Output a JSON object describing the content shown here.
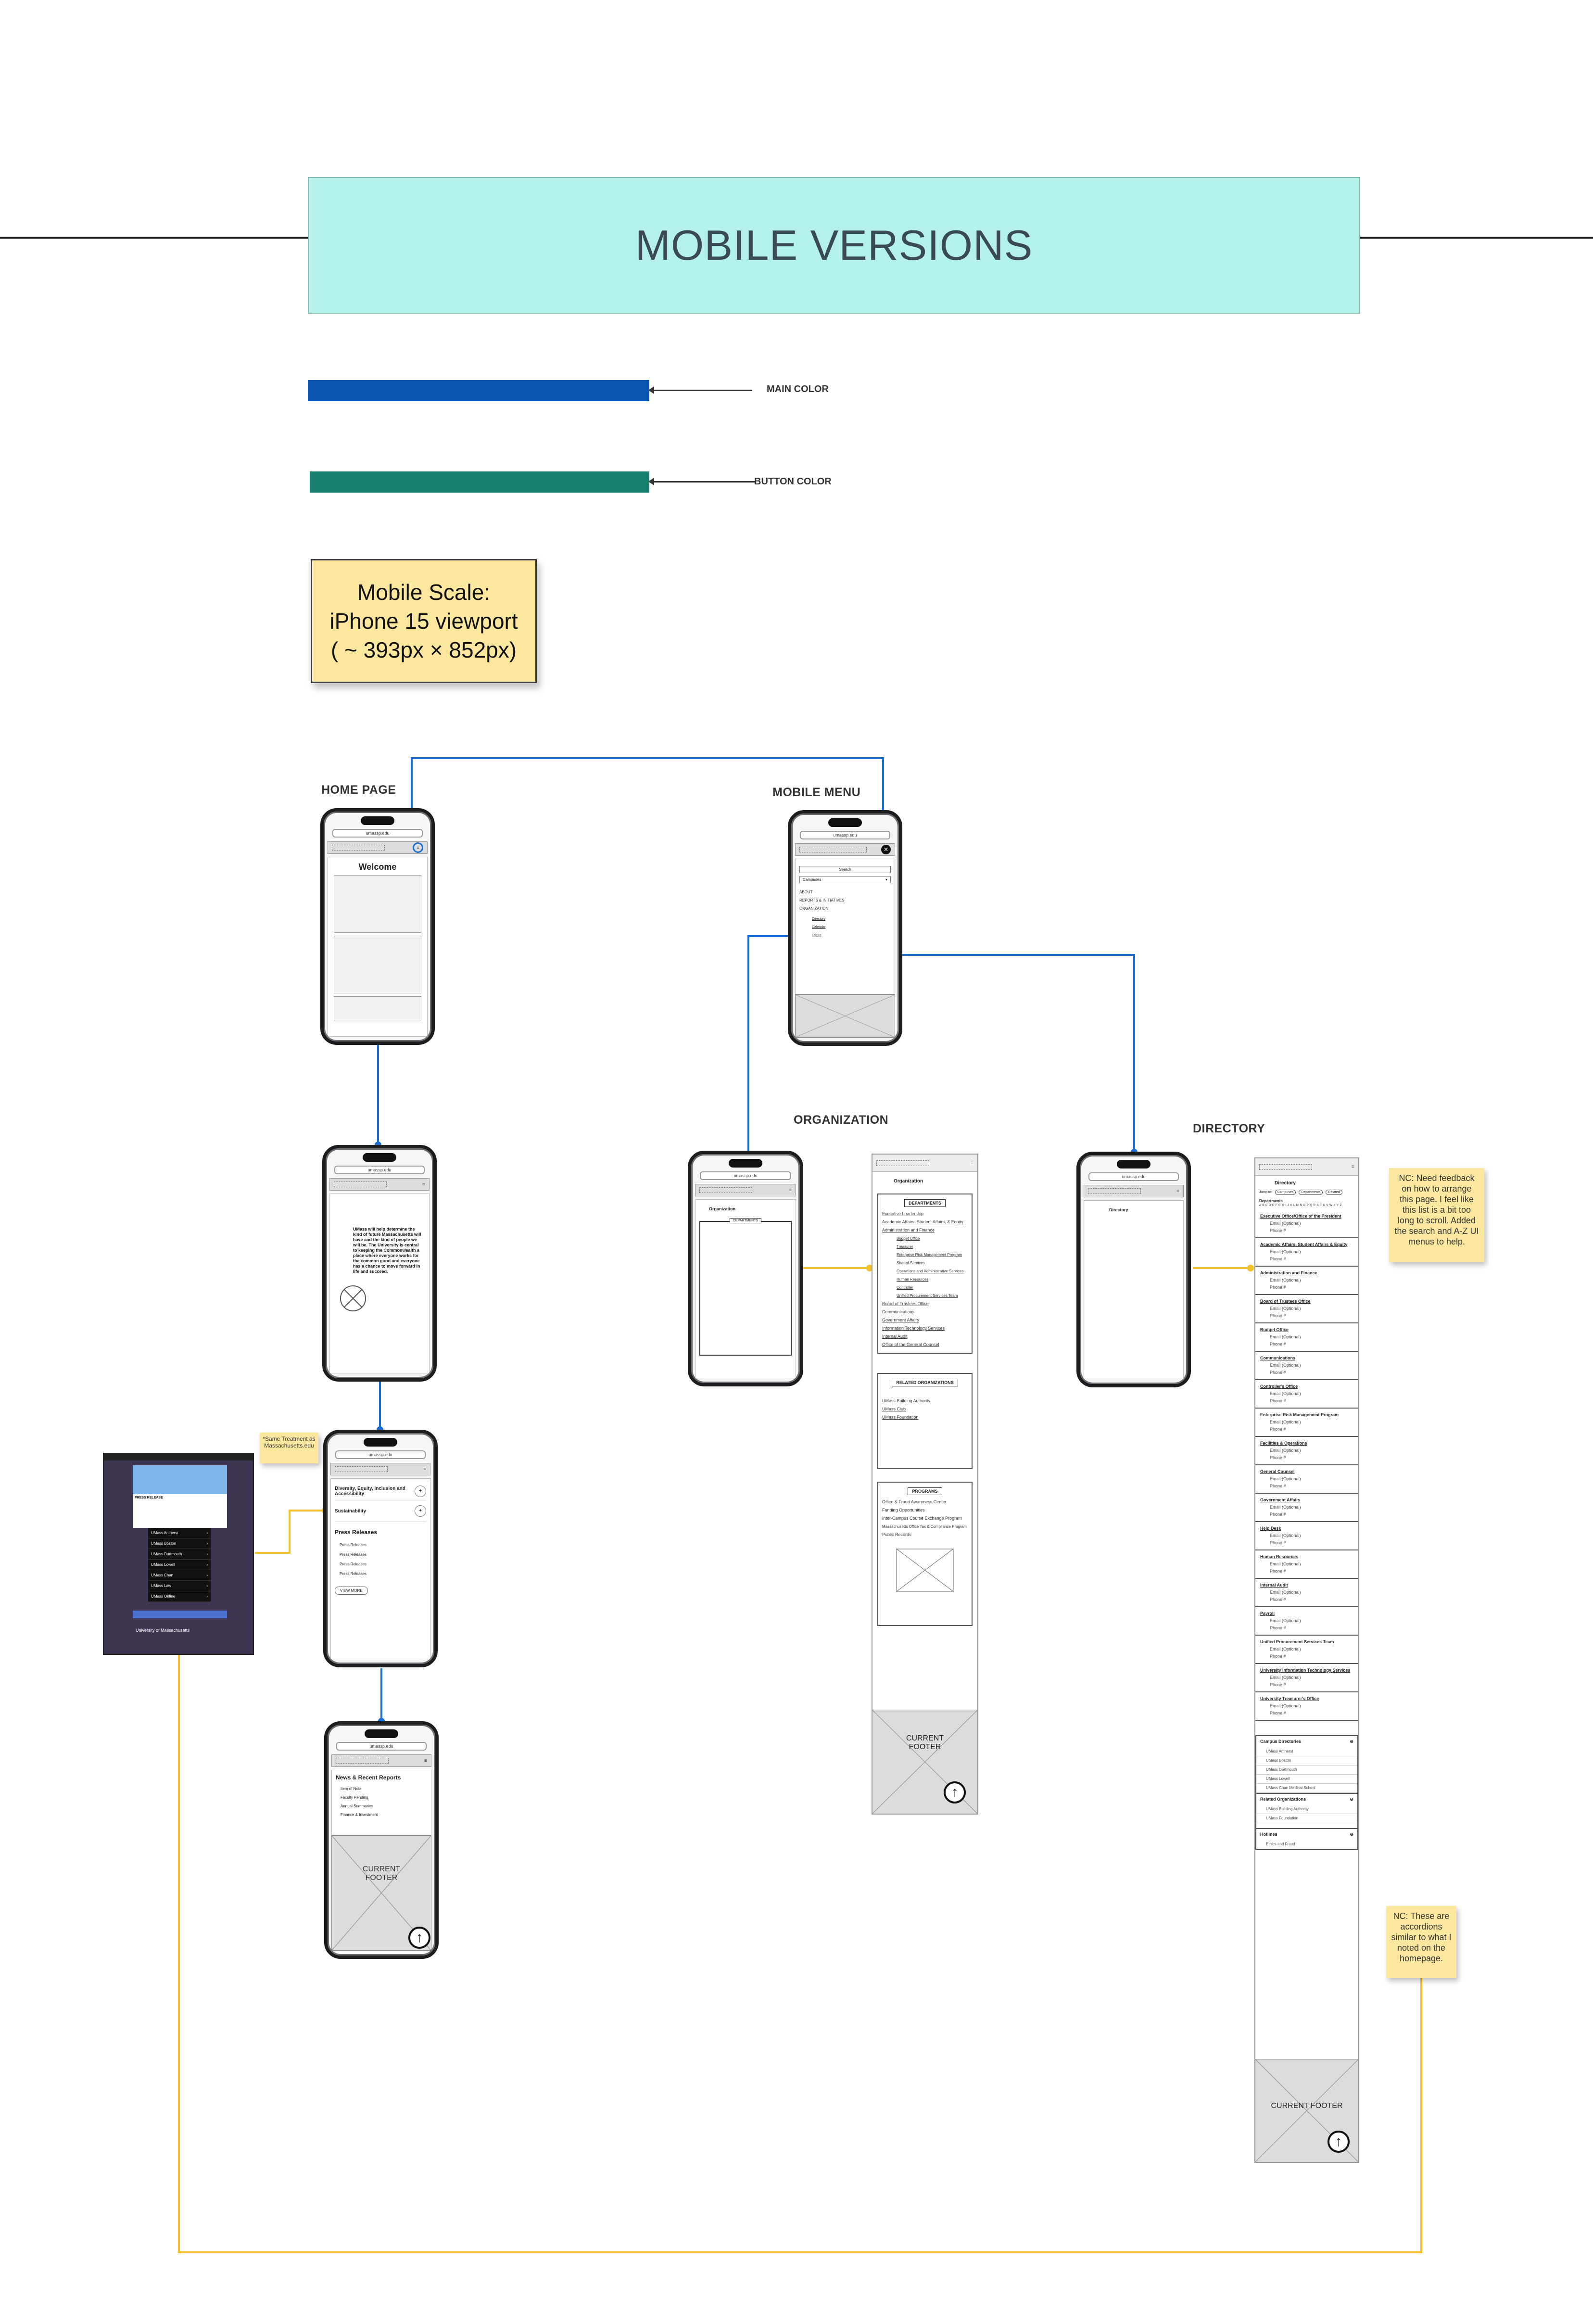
{
  "title": "MOBILE VERSIONS",
  "colors": {
    "main": "#0a56b4",
    "button": "#19806f",
    "banner": "#b4f2e9",
    "connector_blue": "#1a6fd6",
    "connector_yellow": "#f2c12e"
  },
  "legend": {
    "main_color_label": "MAIN COLOR",
    "button_color_label": "BUTTON COLOR"
  },
  "scale_note": {
    "line1": "Mobile Scale:",
    "line2": "iPhone 15 viewport",
    "line3": "( ~ 393px × 852px)"
  },
  "screens": {
    "home_page": "HOME PAGE",
    "mobile_menu": "MOBILE MENU",
    "organization": "ORGANIZATION",
    "directory": "DIRECTORY"
  },
  "phone": {
    "url": "umassp.edu",
    "welcome": "Welcome",
    "intro_quote": "UMass will help determine the kind of future Massachusetts will have and the kind of people we will be. The University is central to keeping the Commonwealth a place where everyone works for the common good and everyone has a chance to move forward in life and succeed.",
    "dei_title": "Diversity, Equity, Inclusion and Accessibility",
    "sustain_title": "Sustainability",
    "press_title": "Press Releases",
    "press_items": [
      "Press Releases",
      "Press Releases",
      "Press Releases",
      "Press Releases"
    ],
    "view_more": "VIEW MORE",
    "news_title": "News & Recent Reports",
    "news_items": [
      "Item of Note",
      "Faculty Pending",
      "Annual Summaries",
      "Finance & Investment"
    ],
    "current_footer": "CURRENT FOOTER",
    "organization_heading": "Organization",
    "directory_heading": "Directory",
    "departments_label": "DEPARTMENTS"
  },
  "mobile_menu": {
    "search_placeholder": "Search",
    "dropdown_value": "Campuses",
    "items": [
      "ABOUT",
      "REPORTS & INITIATIVES",
      "ORGANIZATION"
    ],
    "subitems": [
      "Directory",
      "Calendar",
      "Log In"
    ]
  },
  "organization_page": {
    "heading": "Organization",
    "departments_title": "DEPARTMENTS",
    "departments": [
      "Executive Leadership",
      "Academic Affairs, Student Affairs, & Equity",
      "Administration and Finance",
      "Budget Office",
      "Treasurer",
      "Enterprise Risk Management Program",
      "Shared Services",
      "Operations and Administrative Services",
      "Human Resources",
      "Controller",
      "Unified Procurement Services Team",
      "Board of Trustees Office",
      "Communications",
      "Government Affairs",
      "Information Technology Services",
      "Internal Audit",
      "Office of the General Counsel"
    ],
    "related_title": "RELATED ORGANIZATIONS",
    "related": [
      "UMass Building Authority",
      "UMass Club",
      "UMass Foundation"
    ],
    "programs_title": "PROGRAMS",
    "programs": [
      "Office & Fraud Awareness Center",
      "Funding Opportunities",
      "Inter-Campus Course Exchange Program",
      "Massachusetts Office Tax & Compliance Program",
      "Public Records"
    ],
    "current_footer": "CURRENT FOOTER"
  },
  "directory_page": {
    "heading": "Directory",
    "jump_to": "Jump to:",
    "jump_buttons": [
      "Campuses",
      "Departments",
      "Related"
    ],
    "departments_label": "Departments",
    "alphabet": "A B C D E F G H I J K L M N O P Q R S T U V W X Y Z",
    "entries": [
      "Executive Office/Office of the President",
      "Academic Affairs, Student Affairs & Equity",
      "Administration and Finance",
      "Board of Trustees Office",
      "Budget Office",
      "Communications",
      "Controller's Office",
      "Enterprise Risk Management Program",
      "Facilities & Operations",
      "General Counsel",
      "Government Affairs",
      "Help Desk",
      "Human Resources",
      "Internal Audit",
      "Payroll",
      "Unified Procurement Services Team",
      "University Information Technology Services",
      "University Treasurer's Office"
    ],
    "email_label": "Email (Optional)",
    "phone_label": "Phone #",
    "accordions": [
      "Campus Directories",
      "Related Organizations",
      "Hotlines"
    ],
    "campus_items": [
      "UMass Amherst",
      "UMass Boston",
      "UMass Dartmouth",
      "UMass Lowell",
      "UMass Chan Medical School"
    ],
    "related_items": [
      "UMass Building Authority",
      "UMass Foundation"
    ],
    "hotline_items": [
      "Ethics and Fraud"
    ],
    "current_footer": "CURRENT FOOTER"
  },
  "notes": {
    "directory_note": "NC: Need feedback on how to arrange this page. I feel like this list is a bit too long to scroll. Added the search and A-Z UI menus to help.",
    "accordion_note": "NC: These are accordions similar to what I noted on the homepage.",
    "same_treatment_note": "*Same Treatment as Massachusetts.edu"
  },
  "reference_shot": {
    "press_title": "PRESS RELEASE",
    "campus_rows": [
      "UMass Amherst",
      "UMass Boston",
      "UMass Dartmouth",
      "UMass Lowell",
      "UMass Chan",
      "UMass Law",
      "UMass Online"
    ],
    "footer_text": "University of Massachusetts"
  }
}
